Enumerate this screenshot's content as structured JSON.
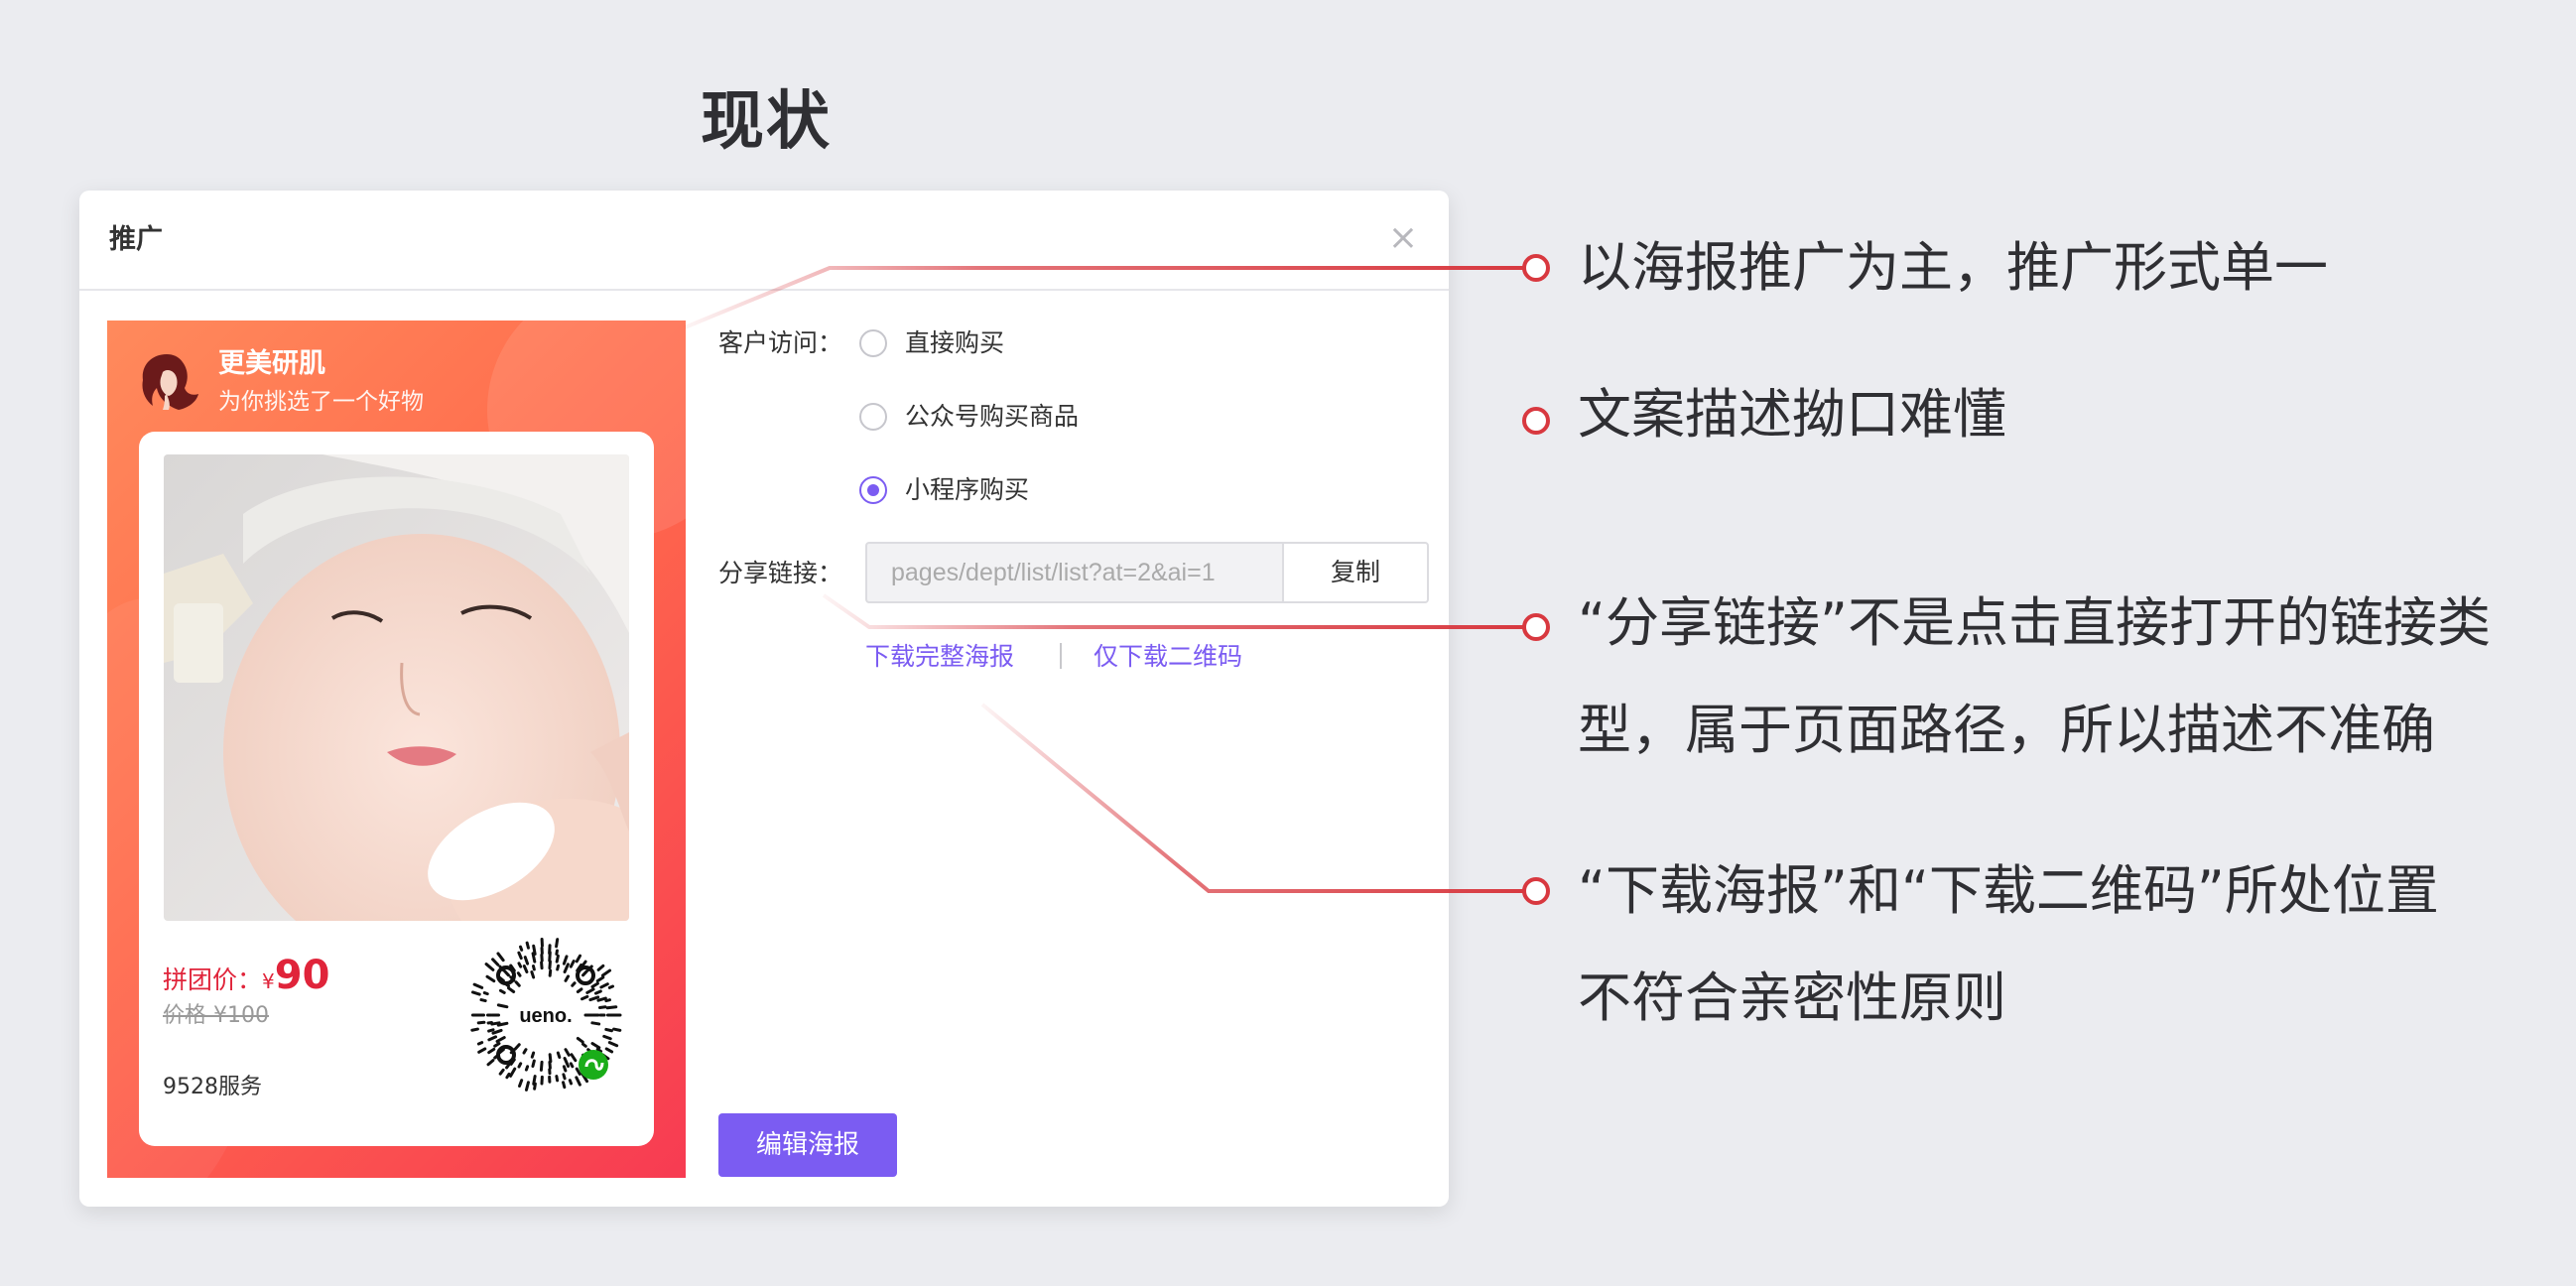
{
  "page_title": "现状",
  "dialog": {
    "title": "推广",
    "close_symbol": "×"
  },
  "poster": {
    "brand_name": "更美研肌",
    "brand_sub": "为你挑选了一个好物",
    "price_label": "拼团价：",
    "price_currency": "¥",
    "price_value": "90",
    "original_price": "价格 ¥100",
    "service": "9528服务",
    "qr_logo": "ueno."
  },
  "form": {
    "visit_label": "客户访问：",
    "options": [
      {
        "label": "直接购买",
        "checked": false
      },
      {
        "label": "公众号购买商品",
        "checked": false
      },
      {
        "label": "小程序购买",
        "checked": true
      }
    ],
    "share_label": "分享链接：",
    "share_value": "pages/dept/list/list?at=2&ai=1",
    "copy_label": "复制",
    "download_poster": "下载完整海报",
    "download_qr": "仅下载二维码",
    "edit_poster": "编辑海报"
  },
  "annotations": [
    {
      "text": "以海报推广为主，推广形式单一"
    },
    {
      "text": "文案描述拗口难懂"
    },
    {
      "line1": "“分享链接”不是点击直接打开的链接类",
      "line2": "型，属于页面路径，所以描述不准确"
    },
    {
      "line1": "“下载海报”和“下载二维码”所处位置",
      "line2": "不符合亲密性原则"
    }
  ],
  "colors": {
    "accent": "#7b5cf2",
    "annotation_red": "#d8383f",
    "price_red": "#e0243a",
    "background": "#ebecf0"
  }
}
